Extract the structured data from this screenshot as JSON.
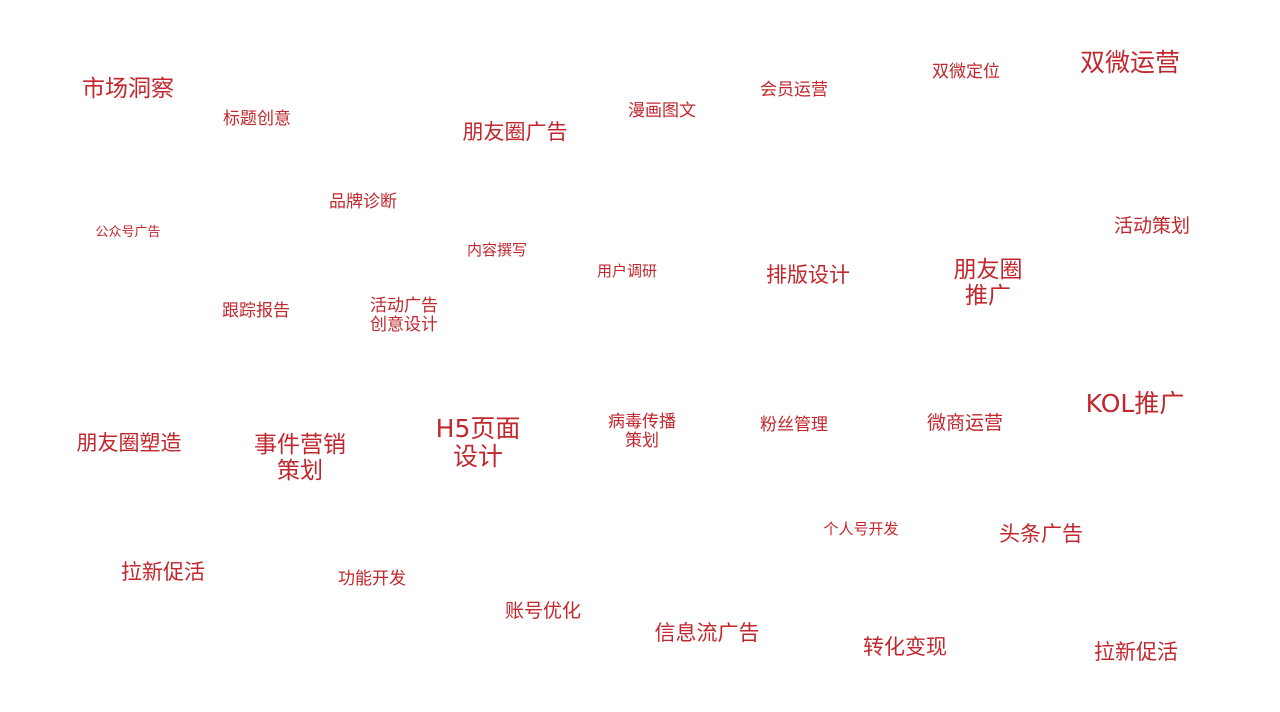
{
  "accent_color": "#c1272d",
  "words": [
    {
      "text": "市场洞察"
    },
    {
      "text": "标题创意"
    },
    {
      "text": "朋友圈广告"
    },
    {
      "text": "漫画图文"
    },
    {
      "text": "会员运营"
    },
    {
      "text": "双微定位"
    },
    {
      "text": "双微运营"
    },
    {
      "text": "品牌诊断"
    },
    {
      "text": "公众号广告"
    },
    {
      "text": "内容撰写"
    },
    {
      "text": "活动策划"
    },
    {
      "text": "用户调研"
    },
    {
      "text": "排版设计"
    },
    {
      "text": "朋友圈\n推广"
    },
    {
      "text": "跟踪报告"
    },
    {
      "text": "活动广告\n创意设计"
    },
    {
      "text": "KOL推广"
    },
    {
      "text": "朋友圈塑造"
    },
    {
      "text": "事件营销\n策划"
    },
    {
      "text": "H5页面\n设计"
    },
    {
      "text": "病毒传播\n策划"
    },
    {
      "text": "粉丝管理"
    },
    {
      "text": "微商运营"
    },
    {
      "text": "个人号开发"
    },
    {
      "text": "头条广告"
    },
    {
      "text": "拉新促活"
    },
    {
      "text": "功能开发"
    },
    {
      "text": "账号优化"
    },
    {
      "text": "信息流广告"
    },
    {
      "text": "转化变现"
    },
    {
      "text": "拉新促活"
    }
  ]
}
